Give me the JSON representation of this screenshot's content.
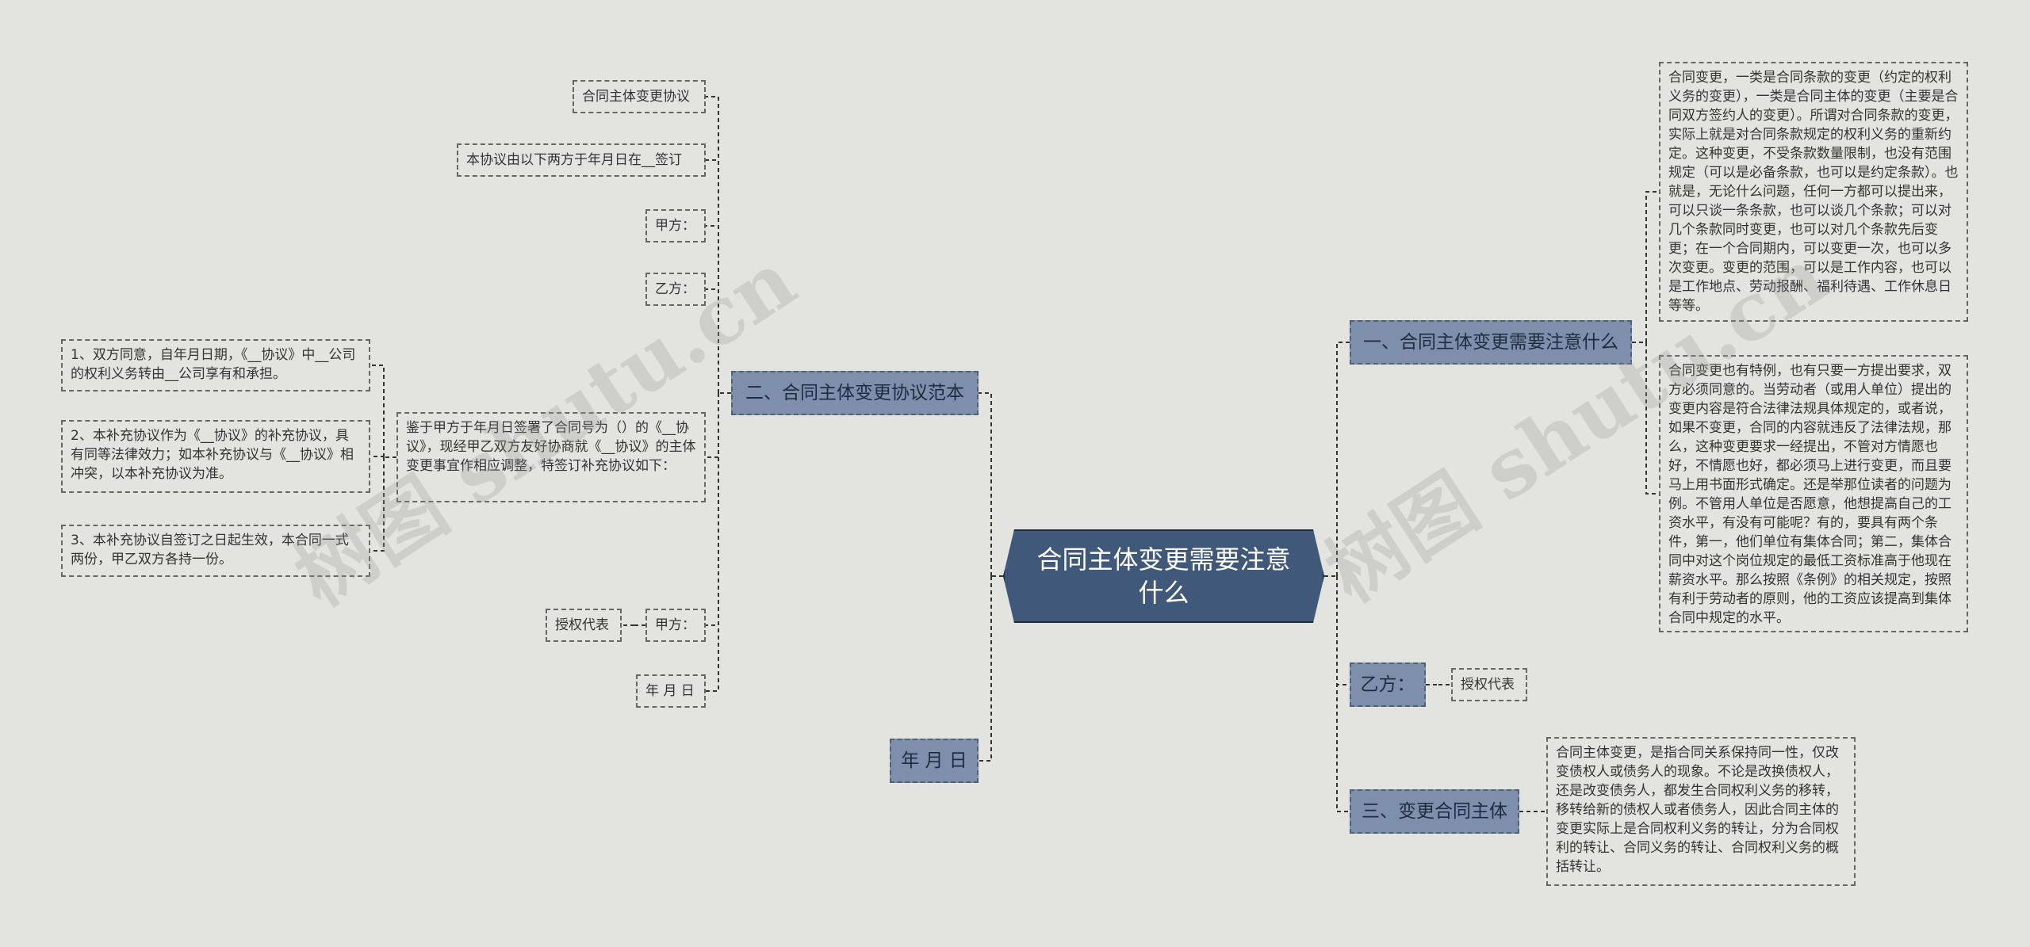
{
  "root": {
    "label": "合同主体变更需要注意什么"
  },
  "left": {
    "branch2": {
      "label": "二、合同主体变更协议范本"
    },
    "ymd_branch": {
      "label": "年 月 日"
    },
    "leaf_title": {
      "label": "合同主体变更协议"
    },
    "leaf_signed": {
      "label": "本协议由以下两方于年月日在__签订"
    },
    "leaf_jia": {
      "label": "甲方："
    },
    "leaf_yi": {
      "label": "乙方："
    },
    "leaf_preamble": {
      "label": "鉴于甲方于年月日签署了合同号为（）的《__协议》，现经甲乙双方友好协商就《__协议》的主体变更事宜作相应调整，特签订补充协议如下："
    },
    "clause1": {
      "label": "1、双方同意，自年月日期，《__协议》中__公司的权利义务转由__公司享有和承担。"
    },
    "clause2": {
      "label": "2、本补充协议作为《__协议》的补充协议，具有同等法律效力；如本补充协议与《__协议》相冲突，以本补充协议为准。"
    },
    "clause3": {
      "label": "3、本补充协议自签订之日起生效，本合同一式两份，甲乙双方各持一份。"
    },
    "leaf_jia2": {
      "label": "甲方："
    },
    "leaf_auth": {
      "label": "授权代表"
    },
    "leaf_ymd": {
      "label": "年 月 日"
    }
  },
  "right": {
    "branch1": {
      "label": "一、合同主体变更需要注意什么"
    },
    "text1": {
      "label": "合同变更，一类是合同条款的变更（约定的权利义务的变更），一类是合同主体的变更（主要是合同双方签约人的变更）。所谓对合同条款的变更，实际上就是对合同条款规定的权利义务的重新约定。这种变更，不受条款数量限制，也没有范围规定（可以是必备条款，也可以是约定条款）。也就是，无论什么问题，任何一方都可以提出来，可以只谈一条条款，也可以谈几个条款；可以对几个条款同时变更，也可以对几个条款先后变更；在一个合同期内，可以变更一次，也可以多次变更。变更的范围，可以是工作内容，也可以是工作地点、劳动报酬、福利待遇、工作休息日等等。"
    },
    "text2": {
      "label": "合同变更也有特例，也有只要一方提出要求，双方必须同意的。当劳动者（或用人单位）提出的变更内容是符合法律法规具体规定的，或者说，如果不变更，合同的内容就违反了法律法规，那么，这种变更要求一经提出，不管对方情愿也好，不情愿也好，都必须马上进行变更，而且要马上用书面形式确定。还是举那位读者的问题为例。不管用人单位是否愿意，他想提高自己的工资水平，有没有可能呢？有的，要具有两个条件，第一，他们单位有集体合同；第二，集体合同中对这个岗位规定的最低工资标准高于他现在薪资水平。那么按照《条例》的相关规定，按照有利于劳动者的原则，他的工资应该提高到集体合同中规定的水平。"
    },
    "yi_branch": {
      "label": "乙方："
    },
    "yi_auth": {
      "label": "授权代表"
    },
    "branch3": {
      "label": "三、变更合同主体"
    },
    "text3": {
      "label": "合同主体变更，是指合同关系保持同一性，仅改变债权人或债务人的现象。不论是改换债权人，还是改变债务人，都发生合同权利义务的移转，移转给新的债权人或者债务人，因此合同主体的变更实际上是合同权利义务的转让，分为合同权利的转让、合同义务的转让、合同权利义务的概括转让。"
    }
  },
  "watermarks": [
    "树图 shutu.cn",
    "树图 shutu.cn"
  ],
  "colors": {
    "background": "#e3e3e0",
    "root": "#40597a",
    "branch": "#7d8fab",
    "line": "#333333"
  }
}
